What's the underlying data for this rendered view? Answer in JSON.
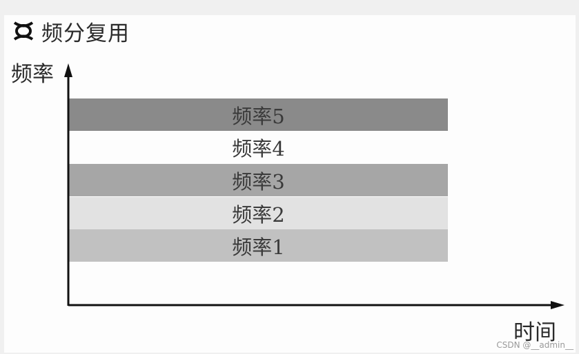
{
  "diagram": {
    "title": "频分复用",
    "title_icon": "frequency-division-icon",
    "y_axis_label": "频率",
    "x_axis_label": "时间",
    "bands": [
      {
        "label": "频率5",
        "color": "#8a8a8a"
      },
      {
        "label": "频率4",
        "color": "#fdfdfd"
      },
      {
        "label": "频率3",
        "color": "#a6a6a6"
      },
      {
        "label": "频率2",
        "color": "#e2e2e2"
      },
      {
        "label": "频率1",
        "color": "#c1c1c1"
      }
    ]
  },
  "watermark": "CSDN @__admin__"
}
